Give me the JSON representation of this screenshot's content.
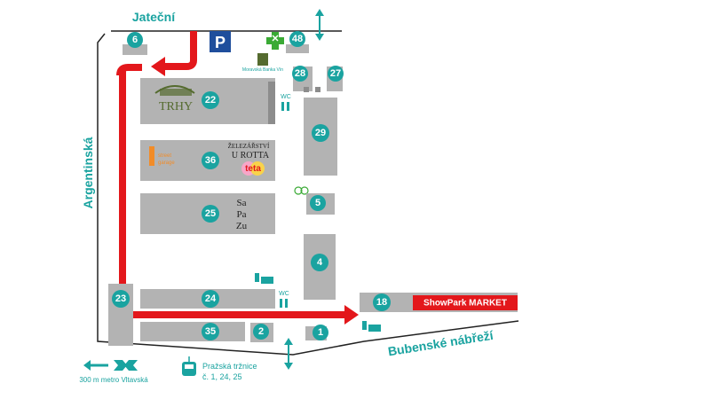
{
  "streets": {
    "top": "Jateční",
    "left": "Argentinská",
    "bottom": "Bubenské nábřeží"
  },
  "parking_label": "P",
  "buildings": {
    "b6": "6",
    "b48": "48",
    "b28": "28",
    "b27": "27",
    "b22": "22",
    "b29": "29",
    "b36": "36",
    "b5": "5",
    "b25": "25",
    "b4": "4",
    "b23": "23",
    "b24": "24",
    "b18": "18",
    "b35": "35",
    "b2": "2",
    "b1": "1"
  },
  "wc_label": "WC",
  "market_label": "ShowPark MARKET",
  "logos": {
    "trhy": "TRHY",
    "sklep": "Moravská Banka Vín",
    "zelezarstvi": "ŽELEZÁŘSTVÍ",
    "u_rotta": "U ROTTA",
    "teta": "teta",
    "garage_top": "street",
    "garage_bottom": "garage",
    "sapa_1": "Sa",
    "sapa_2": "Pa",
    "sapa_3": "Zu"
  },
  "transport": {
    "metro": "300 m metro Vltavská",
    "tram_title": "Pražská tržnice",
    "tram_lines": "č. 1, 24, 25"
  },
  "colors": {
    "teal": "#1aa3a0",
    "route": "#e3171b",
    "building": "#b3b3b3",
    "parking": "#1f4e9c",
    "pharmacy": "#3aaa35"
  }
}
